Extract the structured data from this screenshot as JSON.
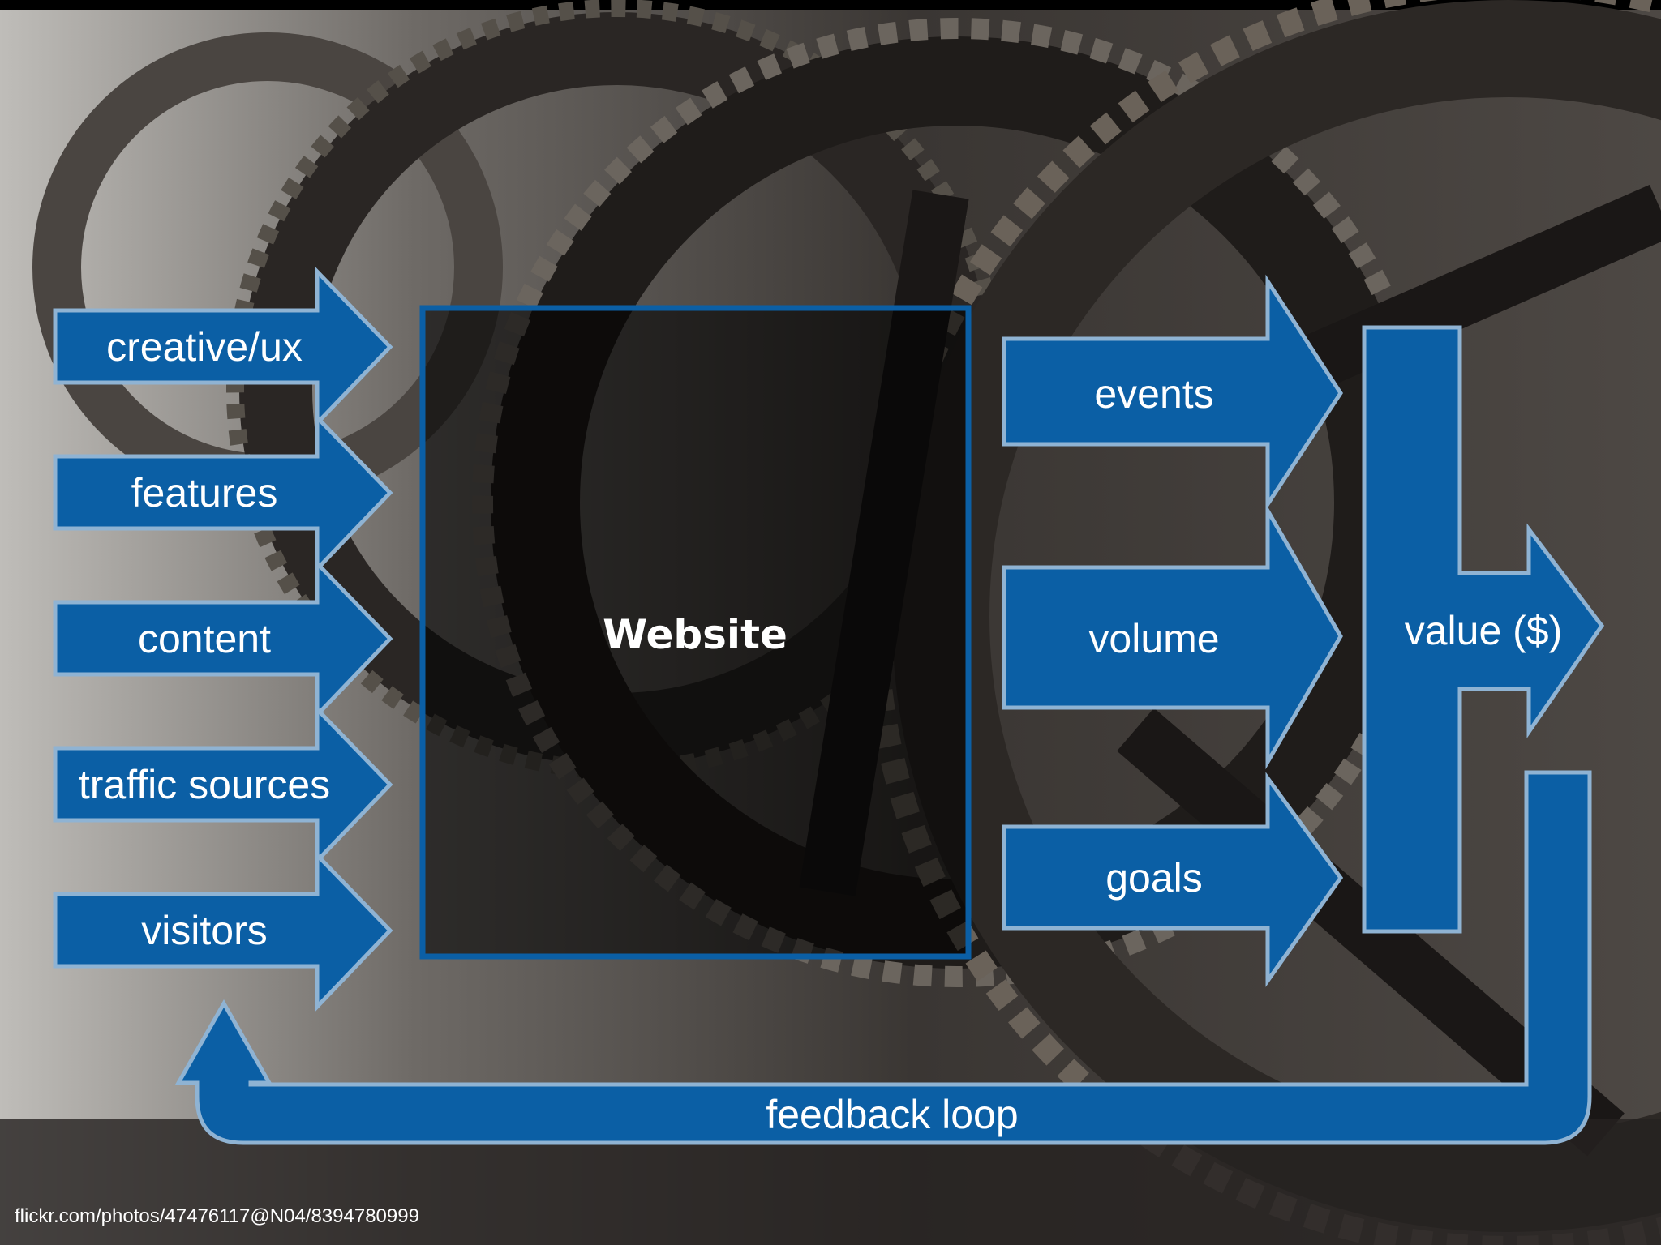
{
  "diagram": {
    "inputs": [
      {
        "label": "creative/ux"
      },
      {
        "label": "features"
      },
      {
        "label": "content"
      },
      {
        "label": "traffic sources"
      },
      {
        "label": "visitors"
      }
    ],
    "center": {
      "label": "Website"
    },
    "outputs": [
      {
        "label": "events"
      },
      {
        "label": "volume"
      },
      {
        "label": "goals"
      }
    ],
    "result": {
      "label": "value ($)"
    },
    "loop": {
      "label": "feedback loop"
    }
  },
  "credit": "flickr.com/photos/47476117@N04/8394780999",
  "colors": {
    "arrow_fill": "#0b5fa5",
    "arrow_border": "#8fb3d3",
    "box_border": "#0b5fa5"
  }
}
